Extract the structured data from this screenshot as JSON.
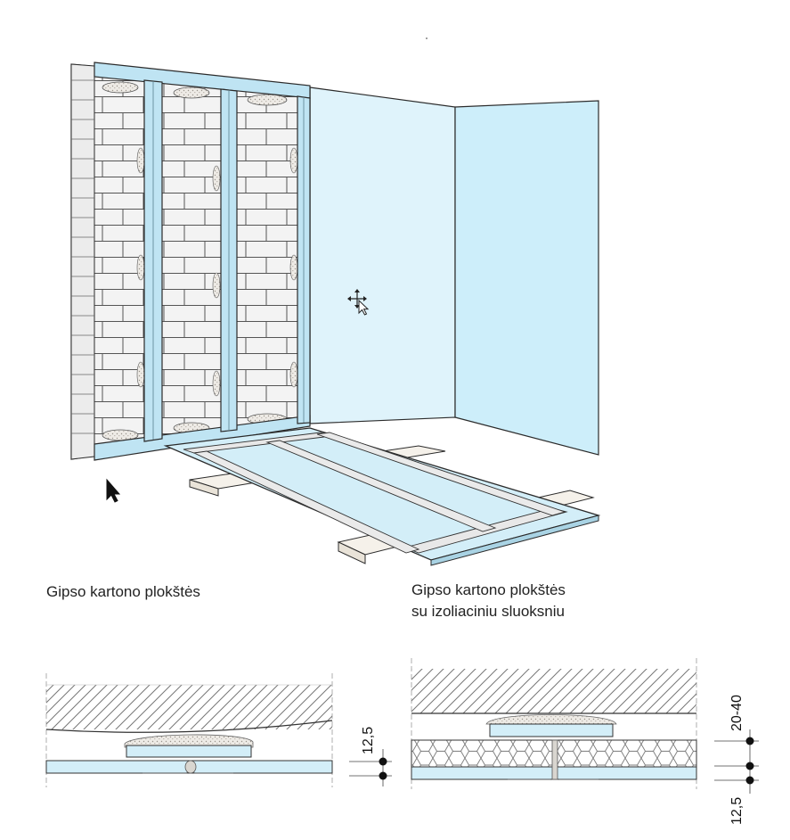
{
  "captions": {
    "left": "Gipso kartono plokštės",
    "right_line1": "Gipso kartono plokštės",
    "right_line2": "su izoliaciniu sluoksniu"
  },
  "dimensions": {
    "left_thickness": "12,5",
    "right_insulation": "20-40",
    "right_board": "12,5"
  },
  "icons": {
    "move_cursor": "move-cursor-icon",
    "pointer": "arrow-pointer-icon"
  },
  "colors": {
    "board_blue": "#d3eef8",
    "frame_blue": "#bfe4f3",
    "outline": "#2b2b2b",
    "brick": "#f2f2f2",
    "adhesive": "#e6e2dc"
  }
}
